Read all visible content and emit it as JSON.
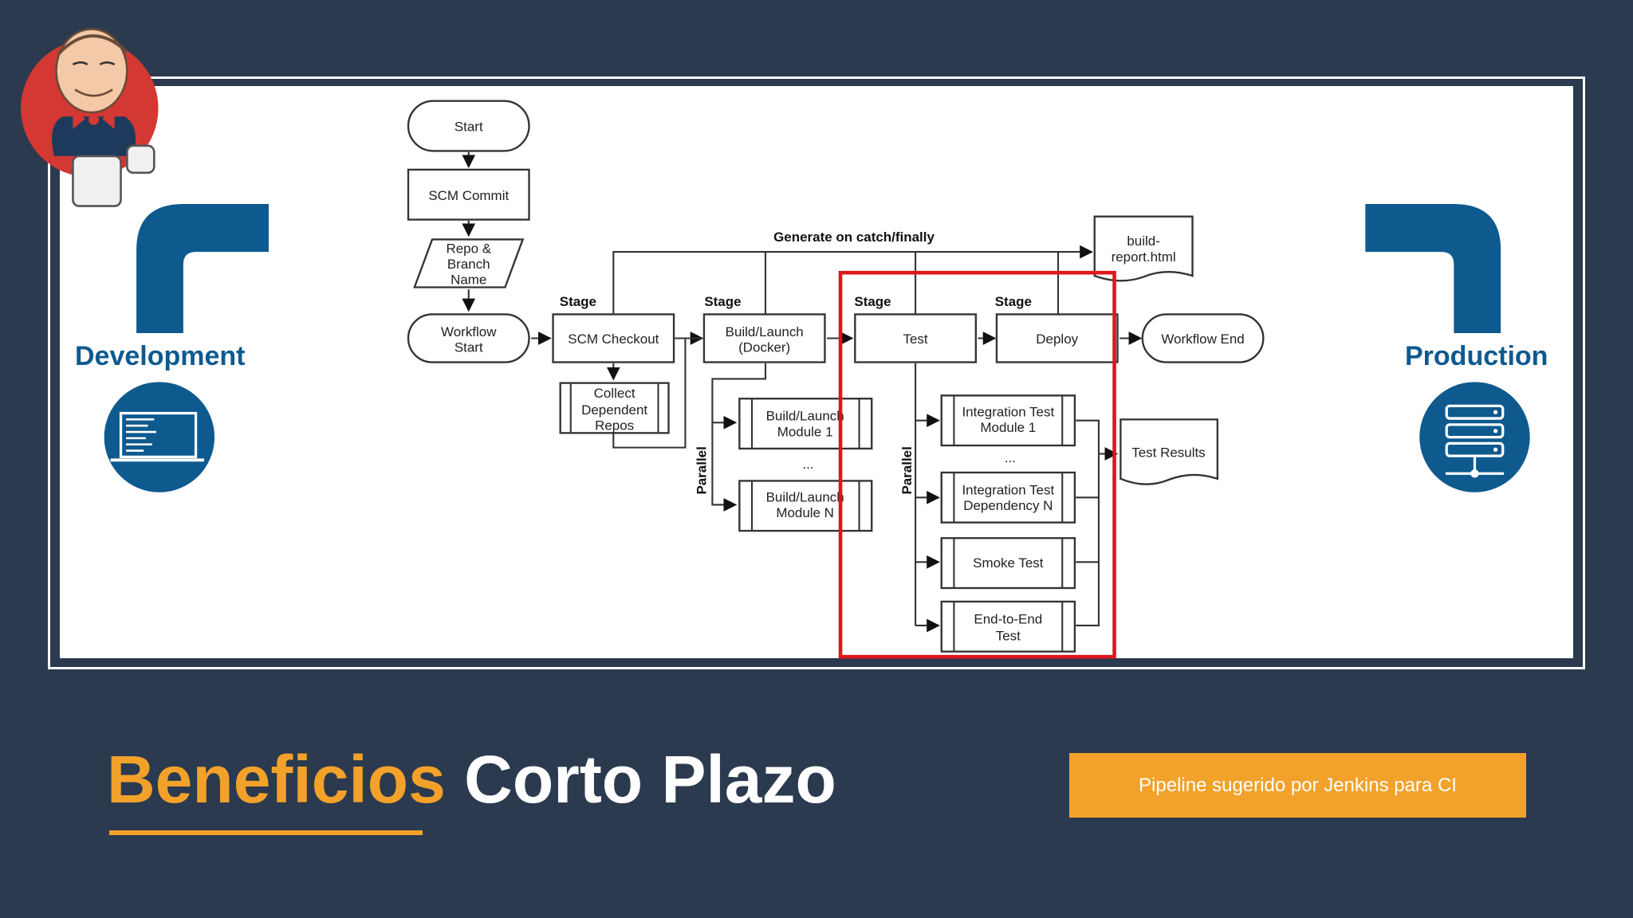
{
  "diagram": {
    "start": "Start",
    "scm_commit": "SCM Commit",
    "repo_branch": [
      "Repo &",
      "Branch",
      "Name"
    ],
    "workflow_start": [
      "Workflow",
      "Start"
    ],
    "generate_on_catch": "Generate on catch/finally",
    "build_report": [
      "build-",
      "report.html"
    ],
    "stage_label": "Stage",
    "scm_checkout": "SCM Checkout",
    "build_launch_docker": [
      "Build/Launch",
      "(Docker)"
    ],
    "test": "Test",
    "deploy": "Deploy",
    "workflow_end": "Workflow End",
    "collect_repos": [
      "Collect",
      "Dependent",
      "Repos"
    ],
    "build_module_1": [
      "Build/Launch",
      "Module 1"
    ],
    "build_module_n": [
      "Build/Launch",
      "Module N"
    ],
    "ellipsis": "...",
    "parallel": "Parallel",
    "integration_test_1": [
      "Integration Test",
      "Module 1"
    ],
    "integration_test_n": [
      "Integration Test",
      "Dependency N"
    ],
    "smoke_test": "Smoke Test",
    "end_to_end": [
      "End-to-End",
      "Test"
    ],
    "test_results": "Test Results"
  },
  "sides": {
    "left_label": "Development",
    "right_label": "Production"
  },
  "title": {
    "accent": "Beneficios",
    "rest": "Corto Plazo"
  },
  "caption": "Pipeline sugerido por Jenkins para  CI",
  "icons": {
    "mascot": "jenkins-butler-icon",
    "left_pipe": "pipe-icon",
    "right_pipe": "pipe-icon",
    "laptop": "laptop-icon",
    "server": "server-icon"
  },
  "colors": {
    "background": "#2c3a4f",
    "accent": "#f2a22a",
    "side_blue": "#0e5a8f",
    "highlight": "#e0141c"
  }
}
